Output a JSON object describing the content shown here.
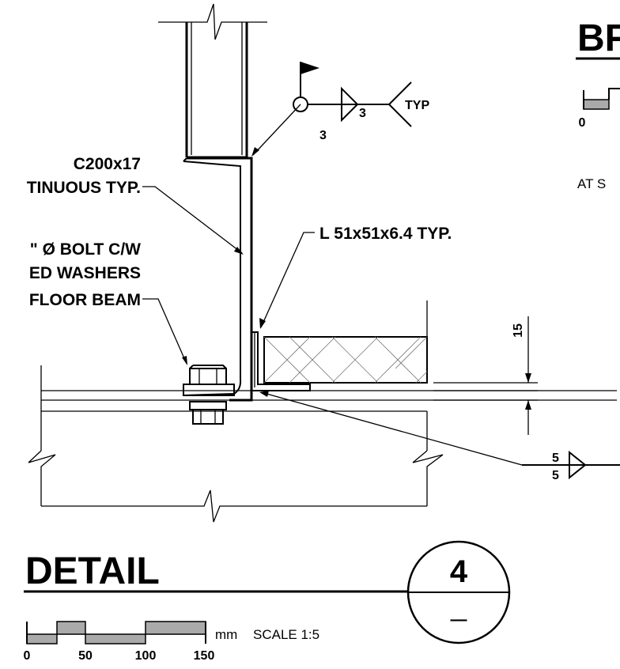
{
  "detail": {
    "title": "DETAIL",
    "number": "4",
    "sheet": "—",
    "scale_unit": "mm",
    "scale_text": "SCALE 1:5",
    "scale_ticks": [
      "0",
      "50",
      "100",
      "150"
    ]
  },
  "callouts": {
    "channel_line1": "C200x17",
    "channel_line2": "TINUOUS TYP.",
    "bolt_line1": "\" Ø BOLT C/W",
    "bolt_line2": "ED WASHERS",
    "bolt_line3": "FLOOR BEAM",
    "angle": "L 51x51x6.4 TYP."
  },
  "weld_top": {
    "size_top": "3",
    "size_bottom": "3",
    "tail": "TYP"
  },
  "weld_bottom": {
    "size_top": "5",
    "size_bottom": "5"
  },
  "dimension": {
    "value": "15"
  },
  "side_detail": {
    "title": "BF",
    "scale_tick": "0",
    "note": "AT S"
  }
}
